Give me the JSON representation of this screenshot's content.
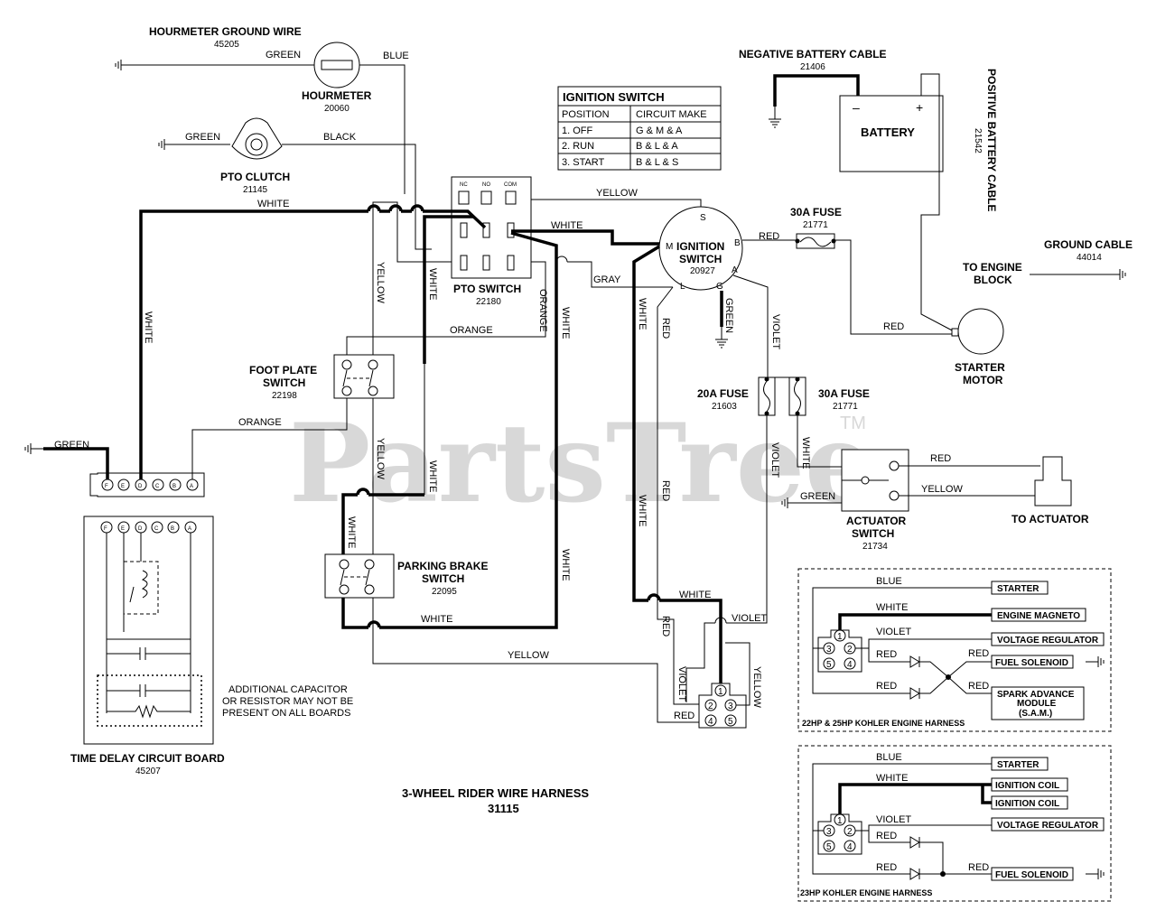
{
  "title": "3-WHEEL RIDER WIRE HARNESS",
  "title_number": "31115",
  "watermark": "PartsTree",
  "watermark_tm": "TM",
  "components": {
    "hourmeter_ground_wire": {
      "label": "HOURMETER GROUND WIRE",
      "number": "45205"
    },
    "hourmeter": {
      "label": "HOURMETER",
      "number": "20060"
    },
    "pto_clutch": {
      "label": "PTO CLUTCH",
      "number": "21145"
    },
    "pto_switch": {
      "label": "PTO SWITCH",
      "number": "22180",
      "terminals": [
        "NC",
        "NO",
        "COM"
      ]
    },
    "ignition_switch": {
      "label_line1": "IGNITION",
      "label_line2": "SWITCH",
      "number": "20927",
      "terminals": [
        "S",
        "M",
        "B",
        "A",
        "L",
        "G"
      ]
    },
    "negative_battery_cable": {
      "label": "NEGATIVE BATTERY CABLE",
      "number": "21406"
    },
    "battery": {
      "label": "BATTERY",
      "minus": "–",
      "plus": "+"
    },
    "positive_battery_cable": {
      "label": "POSITIVE BATTERY CABLE",
      "number": "21542"
    },
    "fuse_30a_top": {
      "label": "30A FUSE",
      "number": "21771"
    },
    "ground_cable": {
      "label": "GROUND CABLE",
      "number": "44014"
    },
    "to_engine_block": {
      "line1": "TO ENGINE",
      "line2": "BLOCK"
    },
    "starter_motor": {
      "line1": "STARTER",
      "line2": "MOTOR"
    },
    "foot_plate_switch": {
      "line1": "FOOT PLATE",
      "line2": "SWITCH",
      "number": "22198"
    },
    "fuse_20a": {
      "label": "20A FUSE",
      "number": "21603"
    },
    "fuse_30a_mid": {
      "label": "30A FUSE",
      "number": "21771"
    },
    "actuator_switch": {
      "line1": "ACTUATOR",
      "line2": "SWITCH",
      "number": "21734"
    },
    "to_actuator": {
      "label": "TO ACTUATOR"
    },
    "parking_brake_switch": {
      "line1": "PARKING BRAKE",
      "line2": "SWITCH",
      "number": "22095"
    },
    "time_delay_board": {
      "label": "TIME DELAY CIRCUIT BOARD",
      "number": "45207",
      "pins": [
        "F",
        "E",
        "D",
        "C",
        "B",
        "A"
      ]
    },
    "capacitor_note": {
      "line1": "ADDITIONAL CAPACITOR",
      "line2": "OR RESISTOR MAY NOT BE",
      "line3": "PRESENT ON ALL BOARDS"
    }
  },
  "ignition_table": {
    "title": "IGNITION SWITCH",
    "headers": [
      "POSITION",
      "CIRCUIT MAKE"
    ],
    "rows": [
      [
        "1. OFF",
        "G & M & A"
      ],
      [
        "2. RUN",
        "B & L & A"
      ],
      [
        "3. START",
        "B & L & S"
      ]
    ]
  },
  "wire_labels": {
    "green": "GREEN",
    "blue": "BLUE",
    "black": "BLACK",
    "white": "WHITE",
    "yellow": "YELLOW",
    "orange": "ORANGE",
    "gray": "GRAY",
    "red": "RED",
    "violet": "VIOLET"
  },
  "harness_main_connector": {
    "pins": [
      "1",
      "2",
      "3",
      "4",
      "5"
    ]
  },
  "kohler_22_25": {
    "caption": "22HP & 25HP KOHLER ENGINE HARNESS",
    "outputs": [
      "STARTER",
      "ENGINE MAGNETO",
      "VOLTAGE REGULATOR",
      "FUEL SOLENOID",
      "SPARK ADVANCE",
      "MODULE",
      "(S.A.M.)"
    ]
  },
  "kohler_23": {
    "caption": "23HP KOHLER ENGINE HARNESS",
    "outputs": [
      "STARTER",
      "IGNITION COIL",
      "IGNITION COIL",
      "VOLTAGE REGULATOR",
      "FUEL SOLENOID"
    ]
  }
}
